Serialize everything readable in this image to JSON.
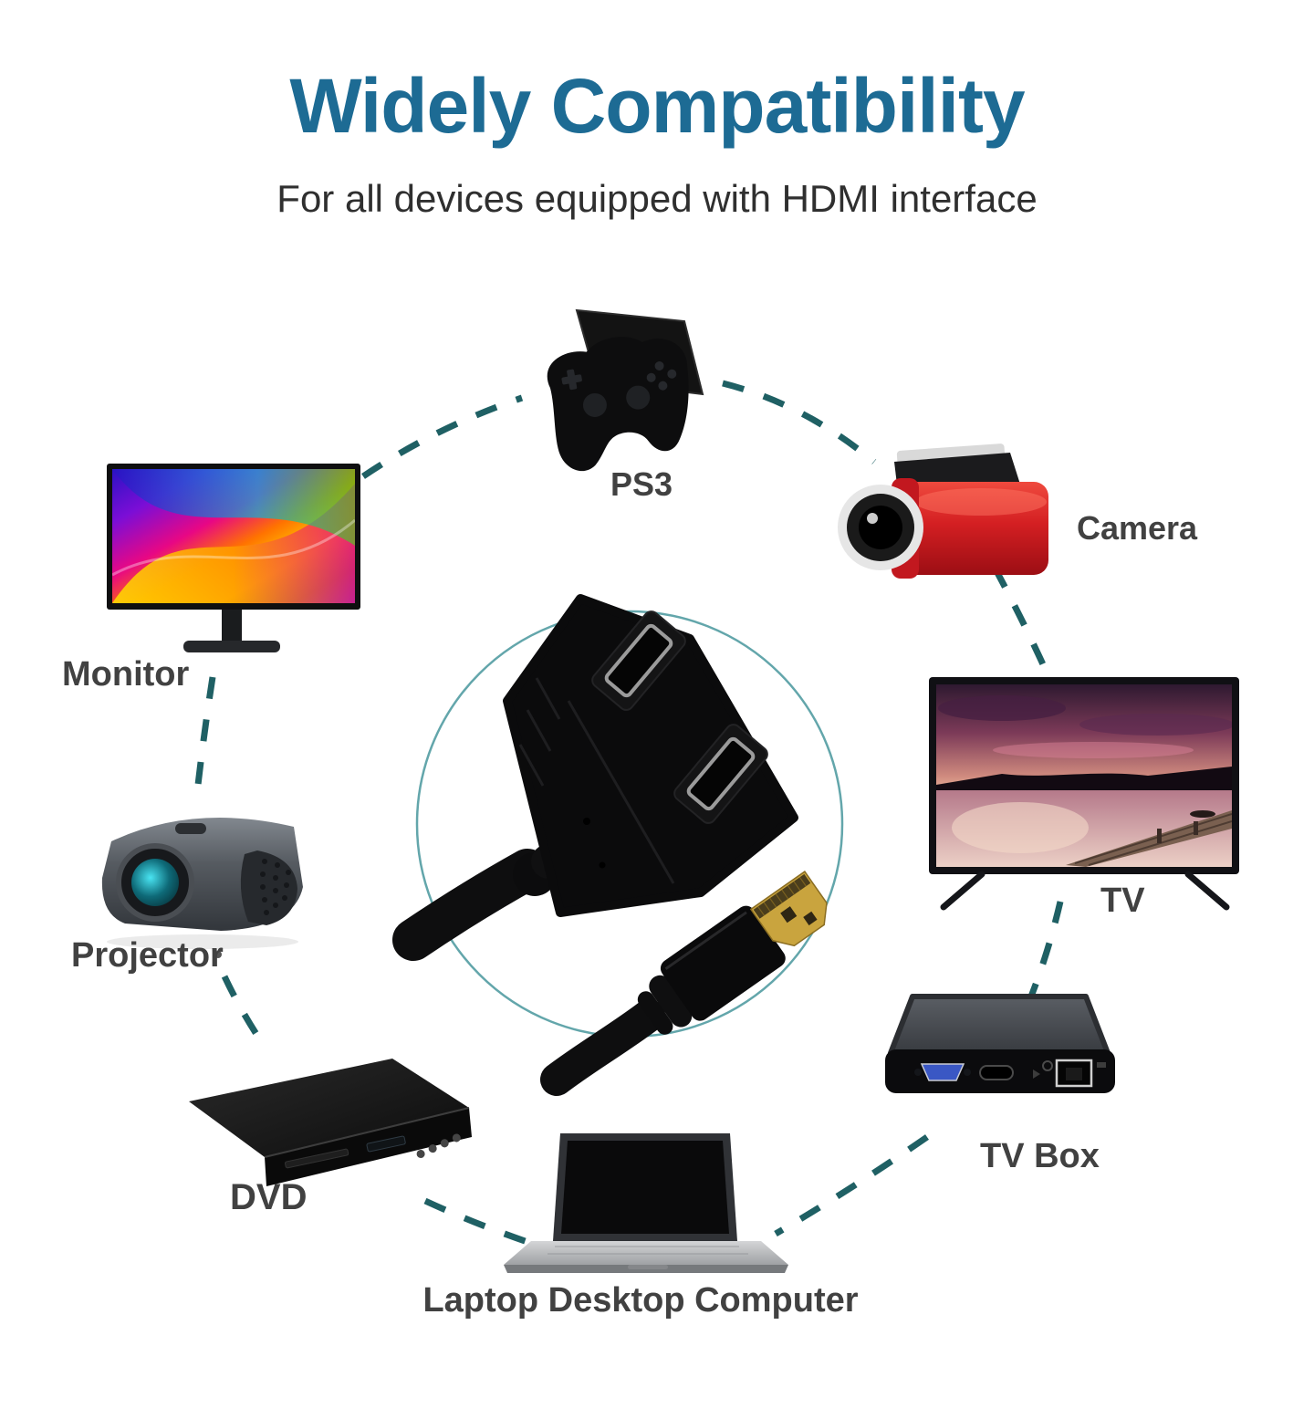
{
  "header": {
    "title": "Widely Compatibility",
    "subtitle": "For all devices equipped with HDMI interface"
  },
  "center": {
    "icon": "hdmi-splitter-photo",
    "description_visible_text": ""
  },
  "devices": [
    {
      "label": "PS3",
      "icon": "game-console-controller-icon"
    },
    {
      "label": "Camera",
      "icon": "camcorder-icon"
    },
    {
      "label": "TV",
      "icon": "tv-icon"
    },
    {
      "label": "TV Box",
      "icon": "set-top-box-icon"
    },
    {
      "label": "Laptop Desktop Computer",
      "icon": "laptop-icon"
    },
    {
      "label": "DVD",
      "icon": "dvd-player-icon"
    },
    {
      "label": "Projector",
      "icon": "projector-icon"
    },
    {
      "label": "Monitor",
      "icon": "monitor-icon"
    }
  ],
  "colors": {
    "background": "#ffffff",
    "title": "#1d6b94",
    "subtitle": "#2f2f2f",
    "device_label": "#414141",
    "dashed_line": "#1f6064",
    "center_circle": "#63a6ab",
    "camera_red": "#cf1d24",
    "hdmi_gold": "#c9a43e"
  }
}
